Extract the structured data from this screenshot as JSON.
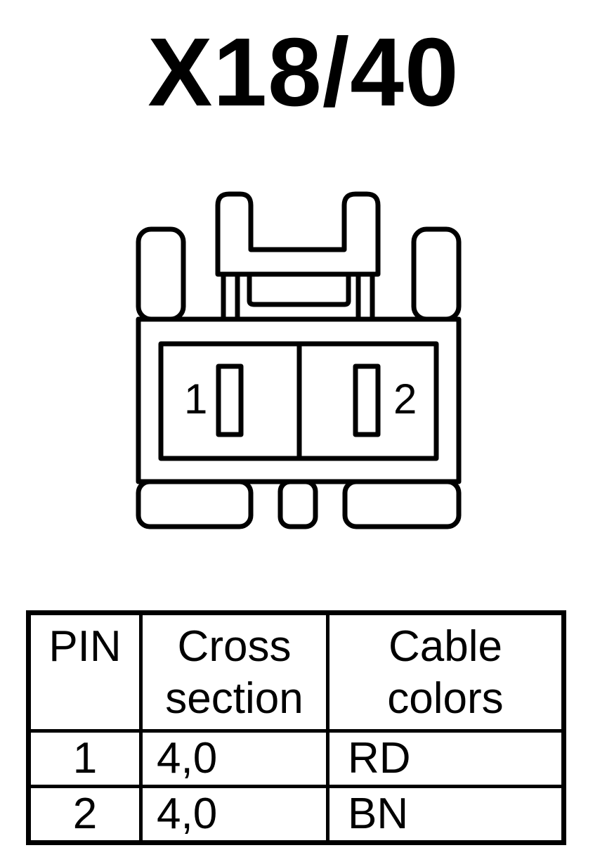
{
  "title": "X18/40",
  "connector": {
    "pin_labels": [
      "1",
      "2"
    ]
  },
  "table": {
    "headers": {
      "pin": "PIN",
      "cross_section_line1": "Cross",
      "cross_section_line2": "section",
      "cable_colors_line1": "Cable",
      "cable_colors_line2": "colors"
    },
    "rows": [
      {
        "pin": "1",
        "cross_section": "4,0",
        "color": "RD"
      },
      {
        "pin": "2",
        "cross_section": "4,0",
        "color": "BN"
      }
    ]
  }
}
